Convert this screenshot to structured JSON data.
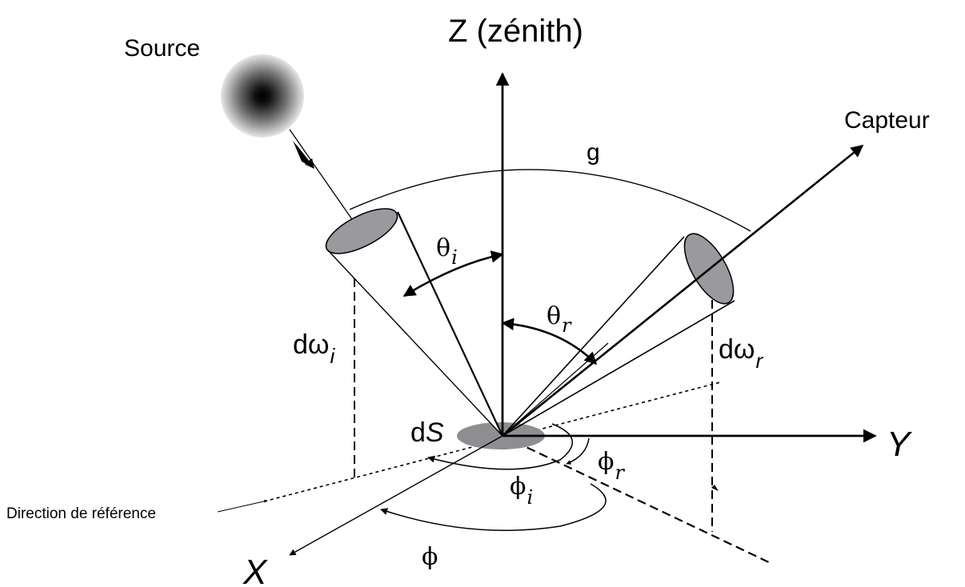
{
  "labels": {
    "zenith": "Z (zénith)",
    "source": "Source",
    "sensor": "Capteur",
    "phase_angle": "g",
    "theta_i": "θ",
    "theta_i_sub": "i",
    "theta_r": "θ",
    "theta_r_sub": "r",
    "d_omega_i": "dω",
    "d_omega_i_sub": "i",
    "d_omega_r": "dω",
    "d_omega_r_sub": "r",
    "surface_d": "d",
    "surface_s": "S",
    "y_axis": "Y",
    "x_axis": "X",
    "phi_i": "ϕ",
    "phi_i_sub": "i",
    "phi_r": "ϕ",
    "phi_r_sub": "r",
    "phi": "ϕ",
    "reference_direction": "Direction de référence"
  },
  "colors": {
    "stroke": "#000000",
    "cone_fill": "#9a9a9e",
    "surface_fill": "#8e8e92"
  }
}
